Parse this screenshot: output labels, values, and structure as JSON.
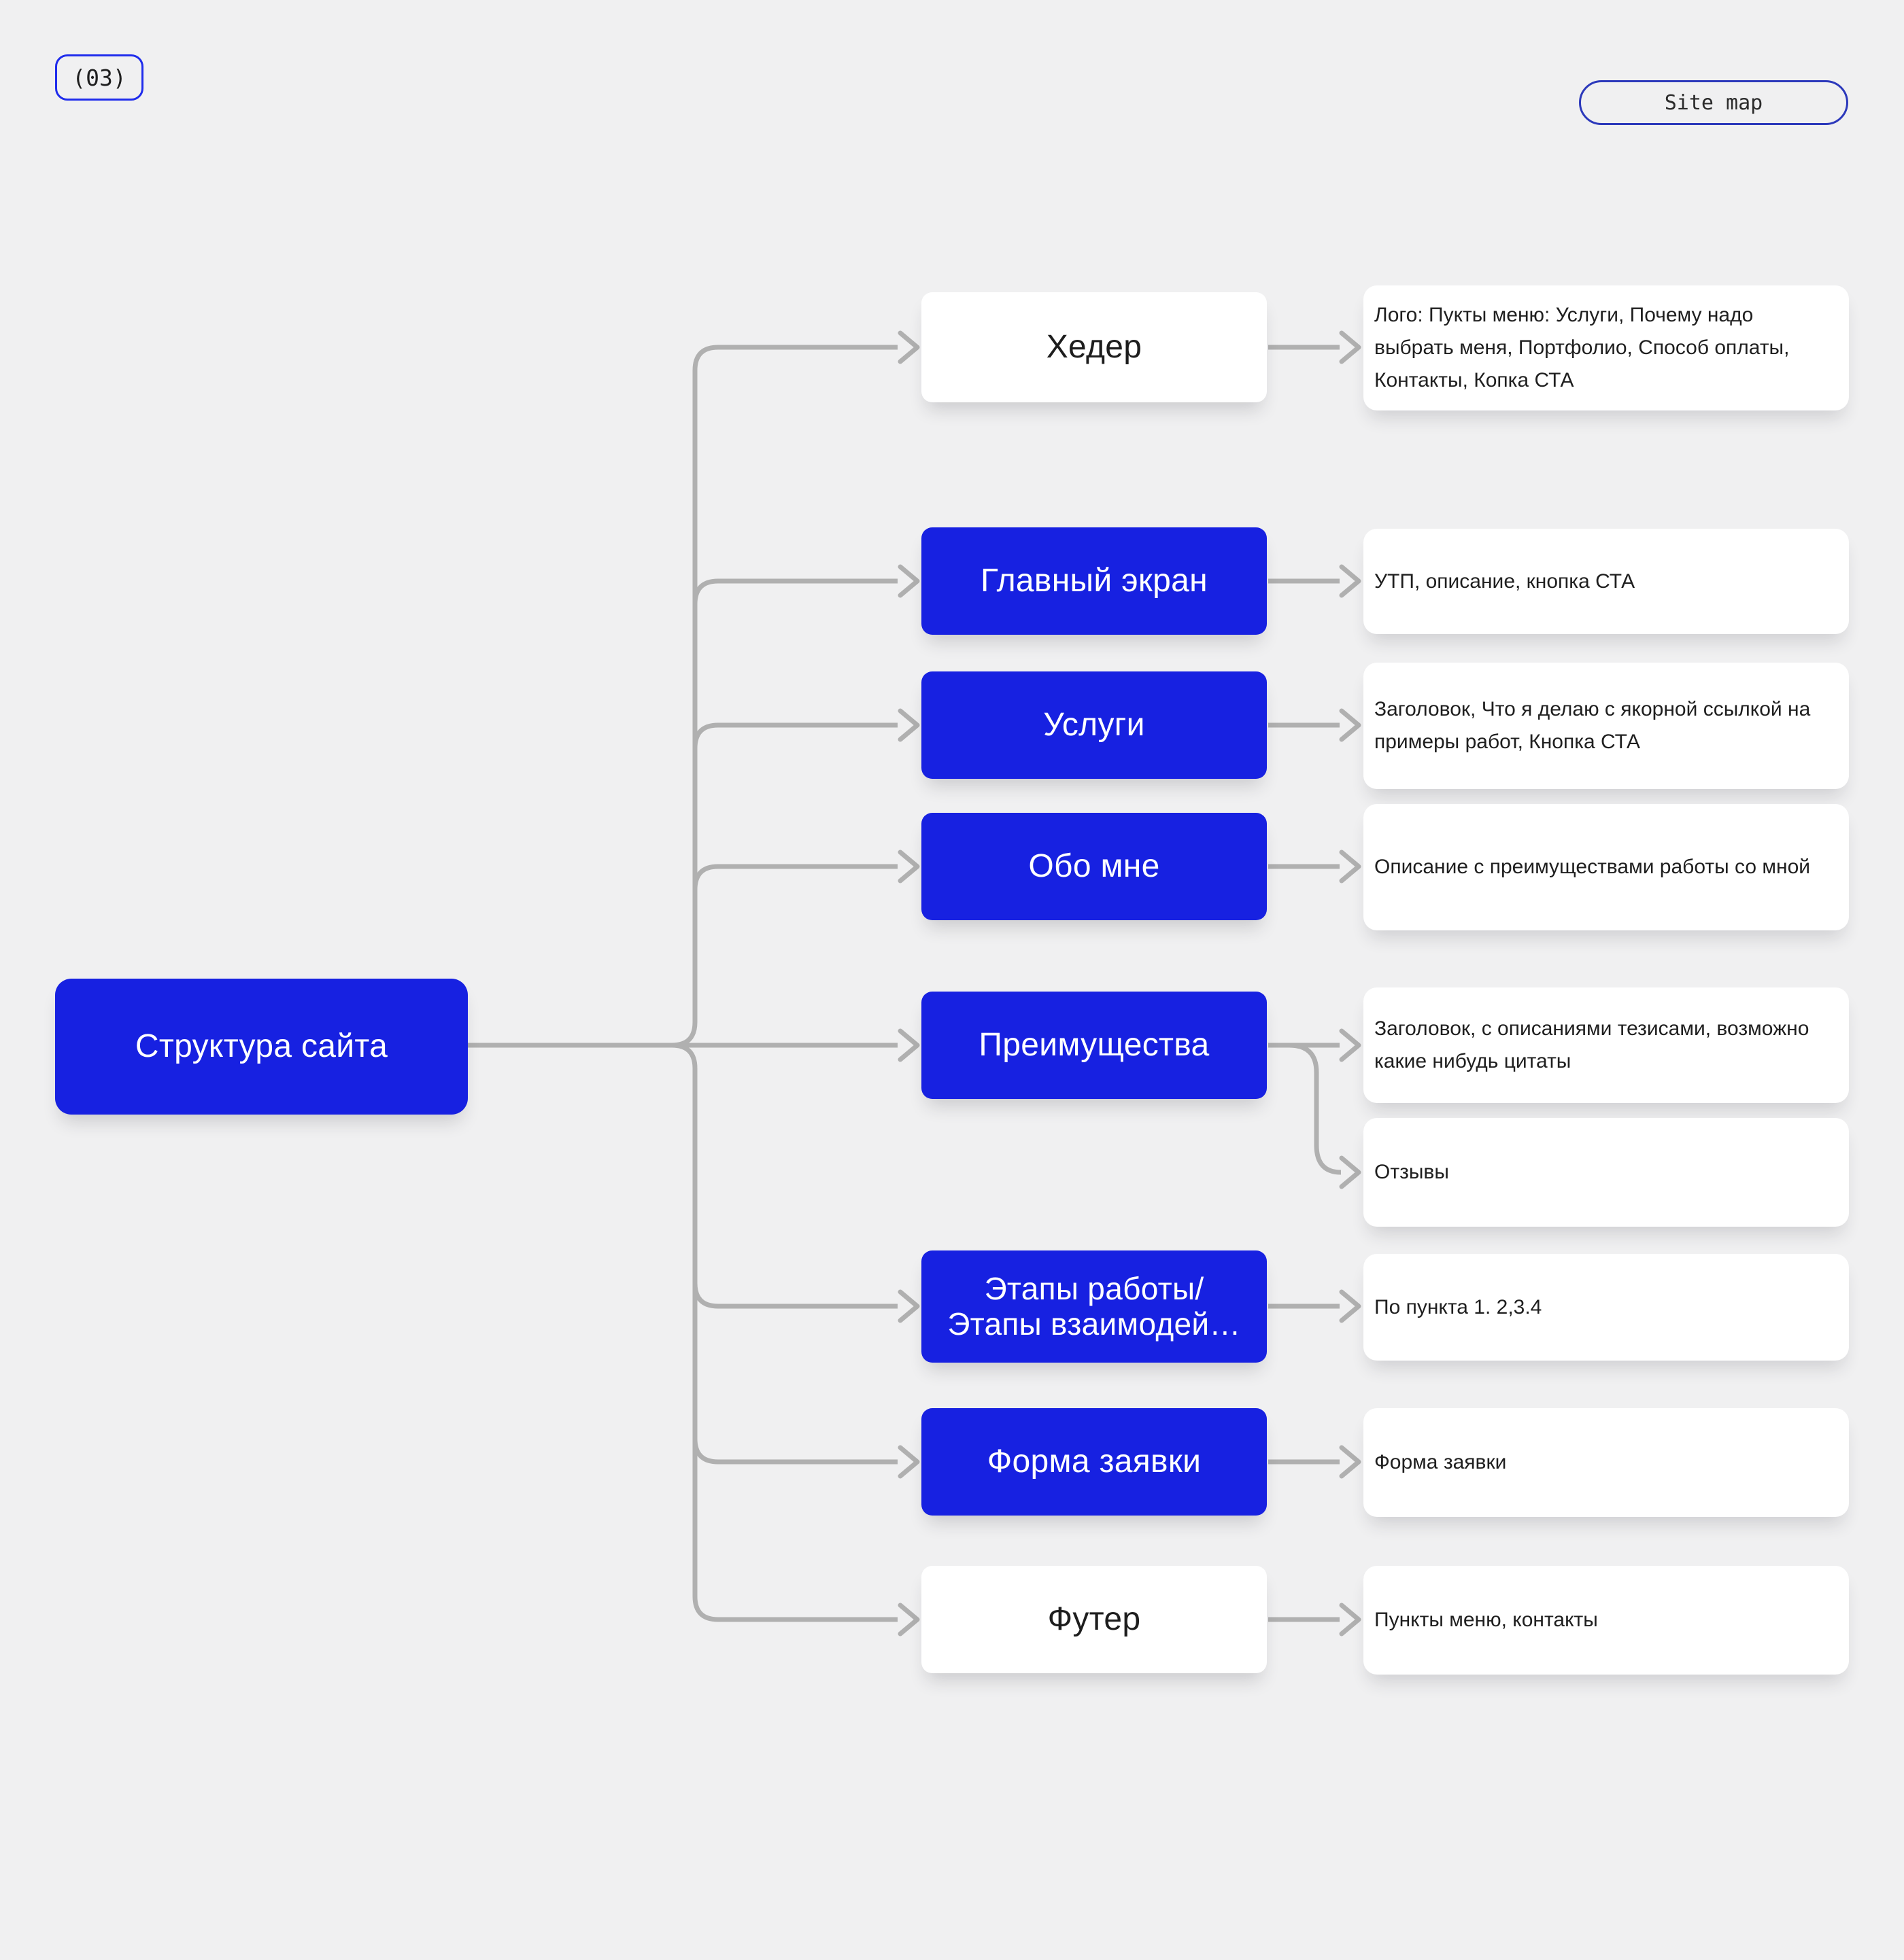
{
  "colors": {
    "background": "#f0f0f1",
    "accent_blue": "#1721e1",
    "connector_gray": "#b0b0b0",
    "card_white": "#ffffff",
    "text_dark": "#1f1f1f"
  },
  "badge": {
    "label": "(03)"
  },
  "site_map_button": {
    "label": "Site map"
  },
  "root": {
    "label": "Структура сайта"
  },
  "nodes": [
    {
      "label": "Хедер",
      "variant": "white"
    },
    {
      "label": "Главный экран",
      "variant": "blue"
    },
    {
      "label": "Услуги",
      "variant": "blue"
    },
    {
      "label": "Обо мне",
      "variant": "blue"
    },
    {
      "label": "Преимущества",
      "variant": "blue"
    },
    {
      "label": "Этапы работы/\nЭтапы взаимодей…",
      "variant": "blue"
    },
    {
      "label": "Форма заявки",
      "variant": "blue"
    },
    {
      "label": "Футер",
      "variant": "white"
    }
  ],
  "descriptions": [
    {
      "text": "Лого: Пукты меню: Услуги, Почему надо выбрать меня, Портфолио, Способ оплаты, Контакты, Копка СТА"
    },
    {
      "text": "УТП, описание, кнопка СТА"
    },
    {
      "text": "Заголовок, Что я делаю с якорной ссылкой на примеры работ, Кнопка СТА"
    },
    {
      "text": "Описание с преимуществами работы со мной"
    },
    {
      "text": "Заголовок, с описаниями тезисами, возможно какие нибудь цитаты"
    },
    {
      "text": "Отзывы"
    },
    {
      "text": "По пункта 1. 2,3.4"
    },
    {
      "text": "Форма заявки"
    },
    {
      "text": "Пункты меню, контакты"
    }
  ]
}
